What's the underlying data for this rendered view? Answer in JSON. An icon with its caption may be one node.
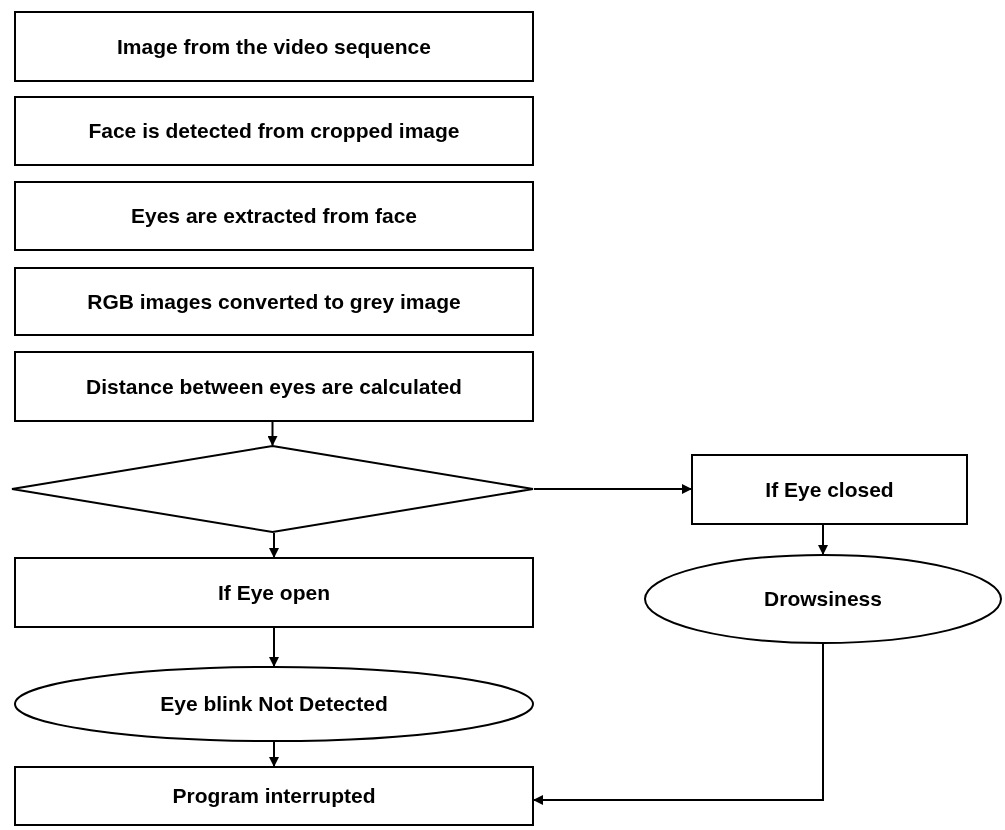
{
  "diagram": {
    "nodes": [
      {
        "text": [
          "Image from the video sequence"
        ]
      },
      {
        "text": [
          "Face is detected from cropped image"
        ]
      },
      {
        "text": [
          "Eyes are extracted from face"
        ]
      },
      {
        "text": [
          "RGB images converted to grey image"
        ]
      },
      {
        "text": [
          "Distance between eyes are calculated"
        ]
      },
      {
        "text": [],
        "shape": "diamond"
      },
      {
        "text": [
          "If Eye closed"
        ]
      },
      {
        "text": [
          "If Eye open"
        ]
      },
      {
        "text": [
          "Drowsiness"
        ]
      },
      {
        "text": [
          "Eye blink Not Detected"
        ]
      },
      {
        "text": [
          "Program interrupted"
        ]
      }
    ],
    "edges": [
      {
        "from": 4,
        "to": 5,
        "arrow": "to"
      },
      {
        "from": 5,
        "to": 6,
        "arrow": "to"
      },
      {
        "from": 5,
        "to": 7,
        "arrow": "to"
      },
      {
        "from": 6,
        "to": 8,
        "arrow": "to"
      },
      {
        "from": 7,
        "to": 9,
        "arrow": "to"
      },
      {
        "from": 9,
        "to": 10,
        "arrow": "to"
      },
      {
        "from": 8,
        "to": 10,
        "arrow": "to"
      }
    ]
  }
}
